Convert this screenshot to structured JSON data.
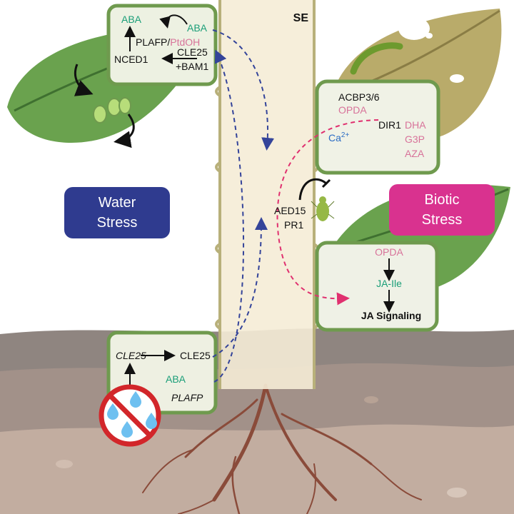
{
  "sieve_element_label": "SE",
  "water_stress": {
    "label_line1": "Water",
    "label_line2": "Stress",
    "color": "#2f3b8f"
  },
  "biotic_stress": {
    "label_line1": "Biotic",
    "label_line2": "Stress",
    "color": "#d9328f"
  },
  "leaf_cell_top": {
    "aba_left": "ABA",
    "aba_right": "ABA",
    "plafp": "PLAFP/",
    "ptdoh": "PtdOH",
    "nced1": "NCED1",
    "cle25": "CLE25",
    "bam1": "+BAM1"
  },
  "leaf_cell_right": {
    "acbp": "ACBP3/6",
    "opda": "OPDA",
    "dir1": "DIR1",
    "dha": "DHA",
    "ca": "Ca",
    "ca_sup": "2+",
    "g3p": "G3P",
    "aza": "AZA"
  },
  "pathogen_labels": {
    "aed15": "AED15",
    "pr1": "PR1"
  },
  "ja_cell": {
    "opda": "OPDA",
    "ja_ile": "JA-Ile",
    "ja_signaling": "JA Signaling"
  },
  "root_cell": {
    "cle25_gene": "CLE25",
    "cle25_peptide": "CLE25",
    "aba": "ABA",
    "plafp": "PLAFP"
  },
  "colors": {
    "aba_green": "#1a9e78",
    "lipid_pink": "#d8739a",
    "calcium_blue": "#2b6cc4",
    "arrow_blue": "#34449a",
    "arrow_magenta": "#e0306f"
  }
}
